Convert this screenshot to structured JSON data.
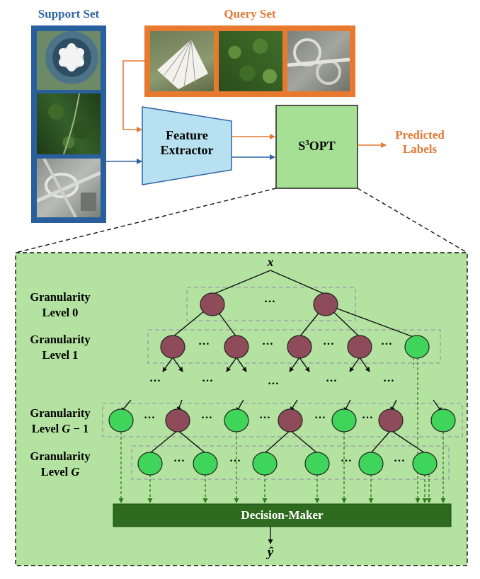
{
  "support_set": {
    "title": "Support Set"
  },
  "query_set": {
    "title": "Query Set"
  },
  "feature_extractor": {
    "line1": "Feature",
    "line2": "Extractor"
  },
  "s3opt": {
    "prefix": "S",
    "sup": "3",
    "suffix": "OPT"
  },
  "predicted_labels": {
    "line1": "Predicted",
    "line2": "Labels"
  },
  "tree": {
    "input_symbol": "x",
    "output_symbol": "ŷ",
    "ellipsis": "…",
    "levels": [
      {
        "line1": "Granularity",
        "line2": "Level 0"
      },
      {
        "line1": "Granularity",
        "line2": "Level 1"
      },
      {
        "line1": "Granularity",
        "line2_prefix": "Level ",
        "line2_math": "G",
        "line2_suffix": " − 1"
      },
      {
        "line1": "Granularity",
        "line2_prefix": "Level ",
        "line2_math": "G",
        "line2_suffix": ""
      }
    ],
    "decision_maker": "Decision-Maker"
  },
  "colors": {
    "support_border": "#2a5f9e",
    "query_border": "#e87a2f",
    "orange_text": "#e07a34",
    "blue_text": "#2f65a6",
    "panel_fill": "#b4e3a1",
    "internal_node": "#8e4b5a",
    "leaf_node": "#3fd45a",
    "decision_fill": "#2e6b1e",
    "fe_fill": "#b7e1f1",
    "s3opt_fill": "#a6e095"
  }
}
